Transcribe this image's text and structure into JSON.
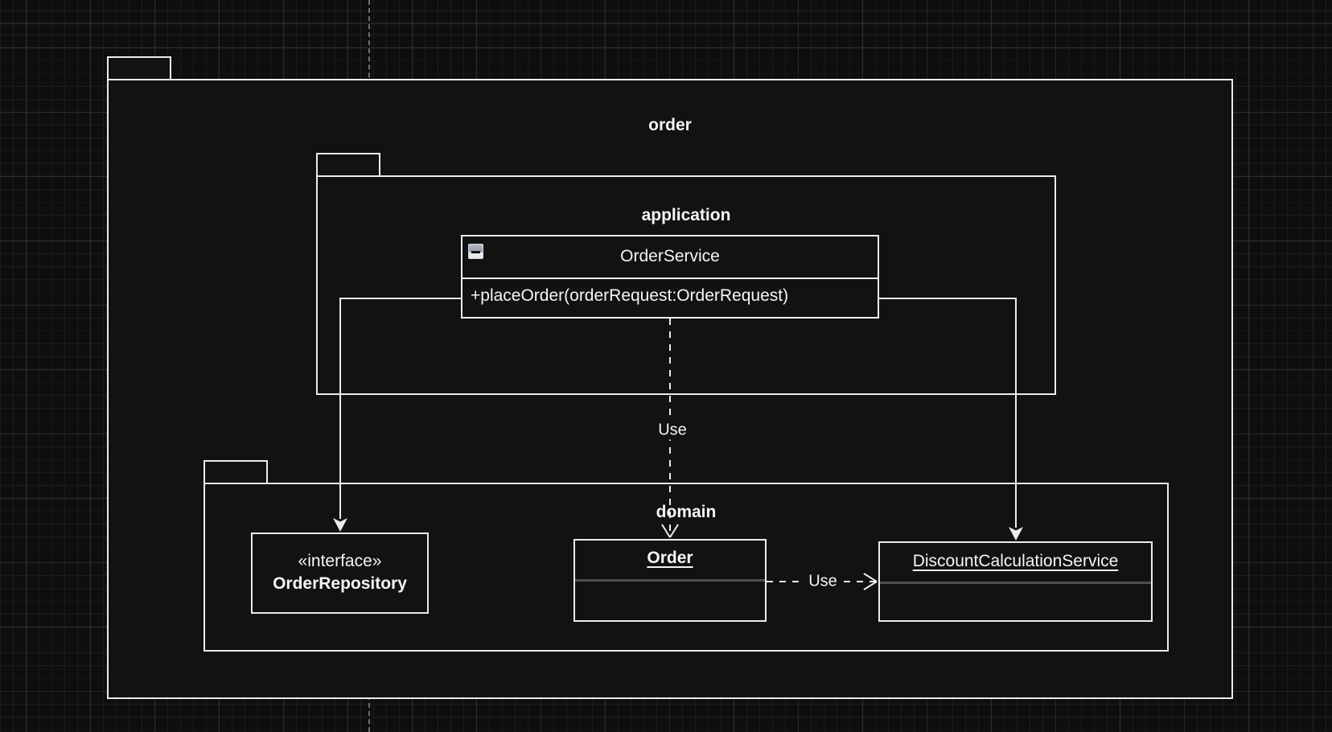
{
  "packages": {
    "order": {
      "label": "order"
    },
    "application": {
      "label": "application"
    },
    "domain": {
      "label": "domain"
    }
  },
  "classes": {
    "order_service": {
      "name": "OrderService",
      "method": "+placeOrder(orderRequest:OrderRequest)"
    },
    "order_repository": {
      "stereotype": "«interface»",
      "name": "OrderRepository"
    },
    "order_entity": {
      "name": "Order"
    },
    "discount_calculation_service": {
      "name": "DiscountCalculationService"
    }
  },
  "connectors": {
    "service_to_order": {
      "label": "Use"
    },
    "order_to_discount": {
      "label": "Use"
    }
  },
  "colors": {
    "canvas_background": "#0e0e0e",
    "grid_minor": "#1c1c1c",
    "grid_major": "#2d2d2d",
    "shape_fill": "#121212",
    "shape_stroke": "#ececec",
    "text": "#f5f5f5",
    "compartment_divider_gray": "#4f4f4f",
    "page_boundary": "#6f6f6f"
  }
}
